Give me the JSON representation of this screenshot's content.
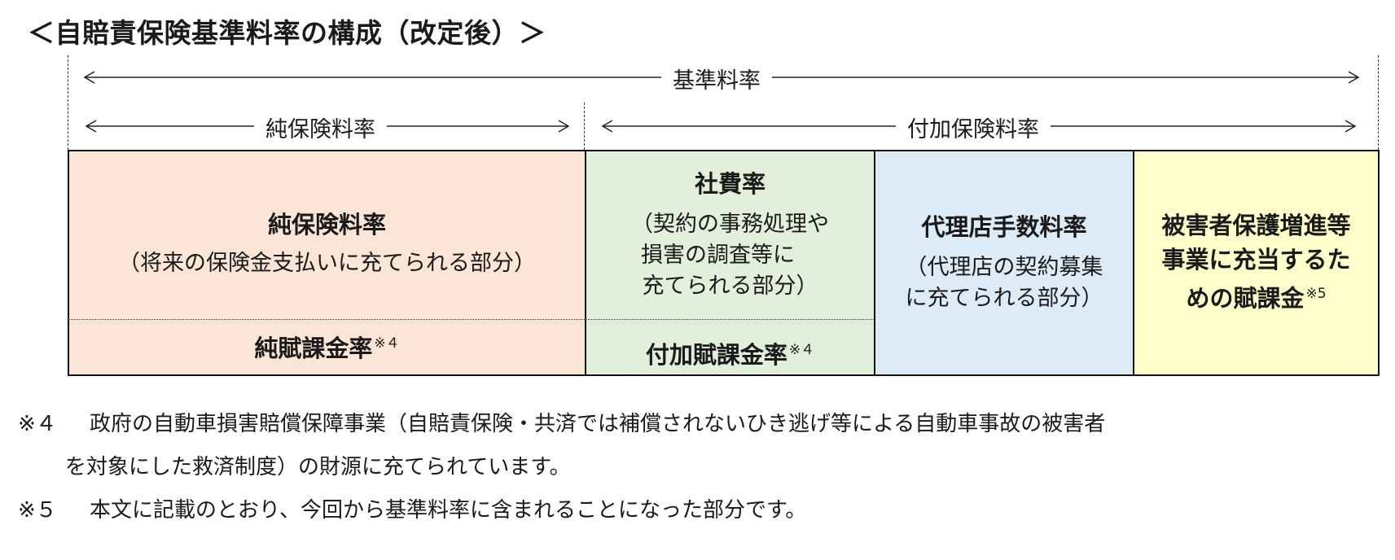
{
  "title": "＜自賠責保険基準料率の構成（改定後）＞",
  "labels": {
    "base_rate": "基準料率",
    "pure_rate": "純保険料率",
    "loading_rate": "付加保険料率"
  },
  "cells": {
    "pure": {
      "title": "純保険料率",
      "sub": "（将来の保険金支払いに充てられる部分）",
      "color": "#fbe5d6"
    },
    "pure_levy": {
      "title": "純賦課金率",
      "mark": "※４",
      "color": "#fbe5d6"
    },
    "company": {
      "title": "社費率",
      "sub_lines": [
        "（契約の事務処理や",
        "損害の調査等に",
        "充てられる部分）"
      ],
      "color": "#e2efda"
    },
    "loading_levy": {
      "title": "付加賦課金率",
      "mark": "※４",
      "color": "#e2efda"
    },
    "agency": {
      "title": "代理店手数料率",
      "sub_lines": [
        "（代理店の契約募集",
        "に充てられる部分）"
      ],
      "color": "#ddebf7"
    },
    "victim": {
      "title_lines": [
        "被害者保護増進等",
        "事業に充当するた",
        "めの賦課金"
      ],
      "mark": "※5",
      "color": "#ffffcc"
    }
  },
  "notes": {
    "n4_mark": "※４",
    "n4_line1": "政府の自動車損害賠償保障事業（自賠責保険・共済では補償されないひき逃げ等による自動車事故の被害者",
    "n4_line2": "を対象にした救済制度）の財源に充てられています。",
    "n5_mark": "※５",
    "n5_line1": "本文に記載のとおり、今回から基準料率に含まれることになった部分です。"
  }
}
